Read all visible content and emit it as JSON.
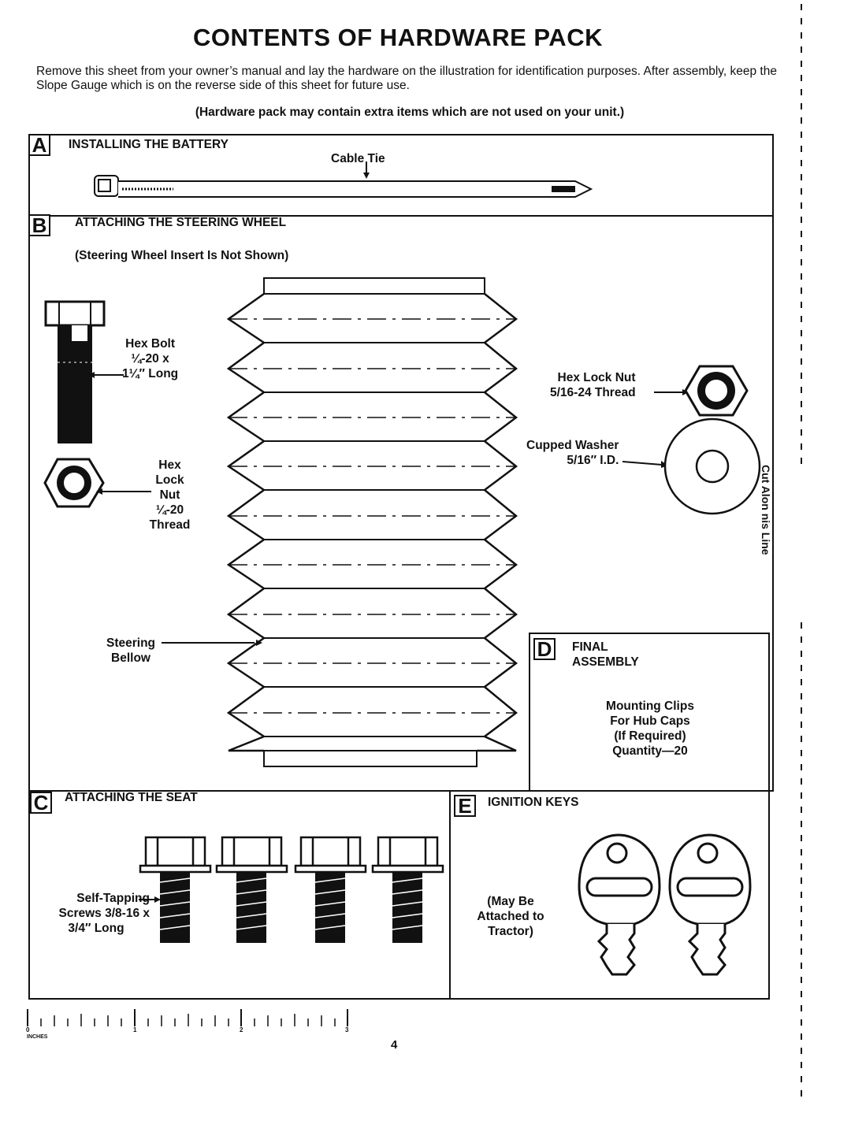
{
  "title": "CONTENTS OF HARDWARE PACK",
  "intro": "Remove this sheet from your owner’s manual and lay the hardware on the illustration for identification purposes. After assembly, keep the Slope Gauge which is on the reverse side of this sheet for future use.",
  "note": "(Hardware pack may contain extra items which are not used on your unit.)",
  "sections": {
    "a": {
      "letter": "A",
      "title": "INSTALLING THE BATTERY",
      "cable_tie": "Cable Tie"
    },
    "b": {
      "letter": "B",
      "title": "ATTACHING THE STEERING WHEEL",
      "subtitle": "(Steering Wheel Insert Is Not Shown)",
      "hex_bolt": [
        "Hex Bolt",
        "¼-20 x",
        "1¼″ Long"
      ],
      "hex_lock_nut_small": [
        "Hex",
        "Lock",
        "Nut",
        "¼-20",
        "Thread"
      ],
      "hex_lock_nut_large": [
        "Hex Lock Nut",
        "5/16-24 Thread"
      ],
      "cupped_washer": [
        "Cupped Washer",
        "5/16″ I.D."
      ],
      "steering_bellow": [
        "Steering",
        "Bellow"
      ]
    },
    "c": {
      "letter": "C",
      "title": "ATTACHING THE SEAT",
      "screws": [
        "Self-Tapping",
        "Screws 3/8-16 x",
        "3/4″ Long"
      ]
    },
    "d": {
      "letter": "D",
      "title": [
        "FINAL",
        "ASSEMBLY"
      ],
      "clips": [
        "Mounting Clips",
        "For Hub Caps",
        "(If Required)",
        "Quantity—20"
      ]
    },
    "e": {
      "letter": "E",
      "title": "IGNITION KEYS",
      "note": [
        "(May Be",
        "Attached to",
        "Tractor)"
      ]
    }
  },
  "ruler": {
    "label": "INCHES",
    "ticks": [
      "0",
      "1",
      "2",
      "3"
    ]
  },
  "page_number": "4",
  "cut_line": "Cut Alon  nis Line"
}
